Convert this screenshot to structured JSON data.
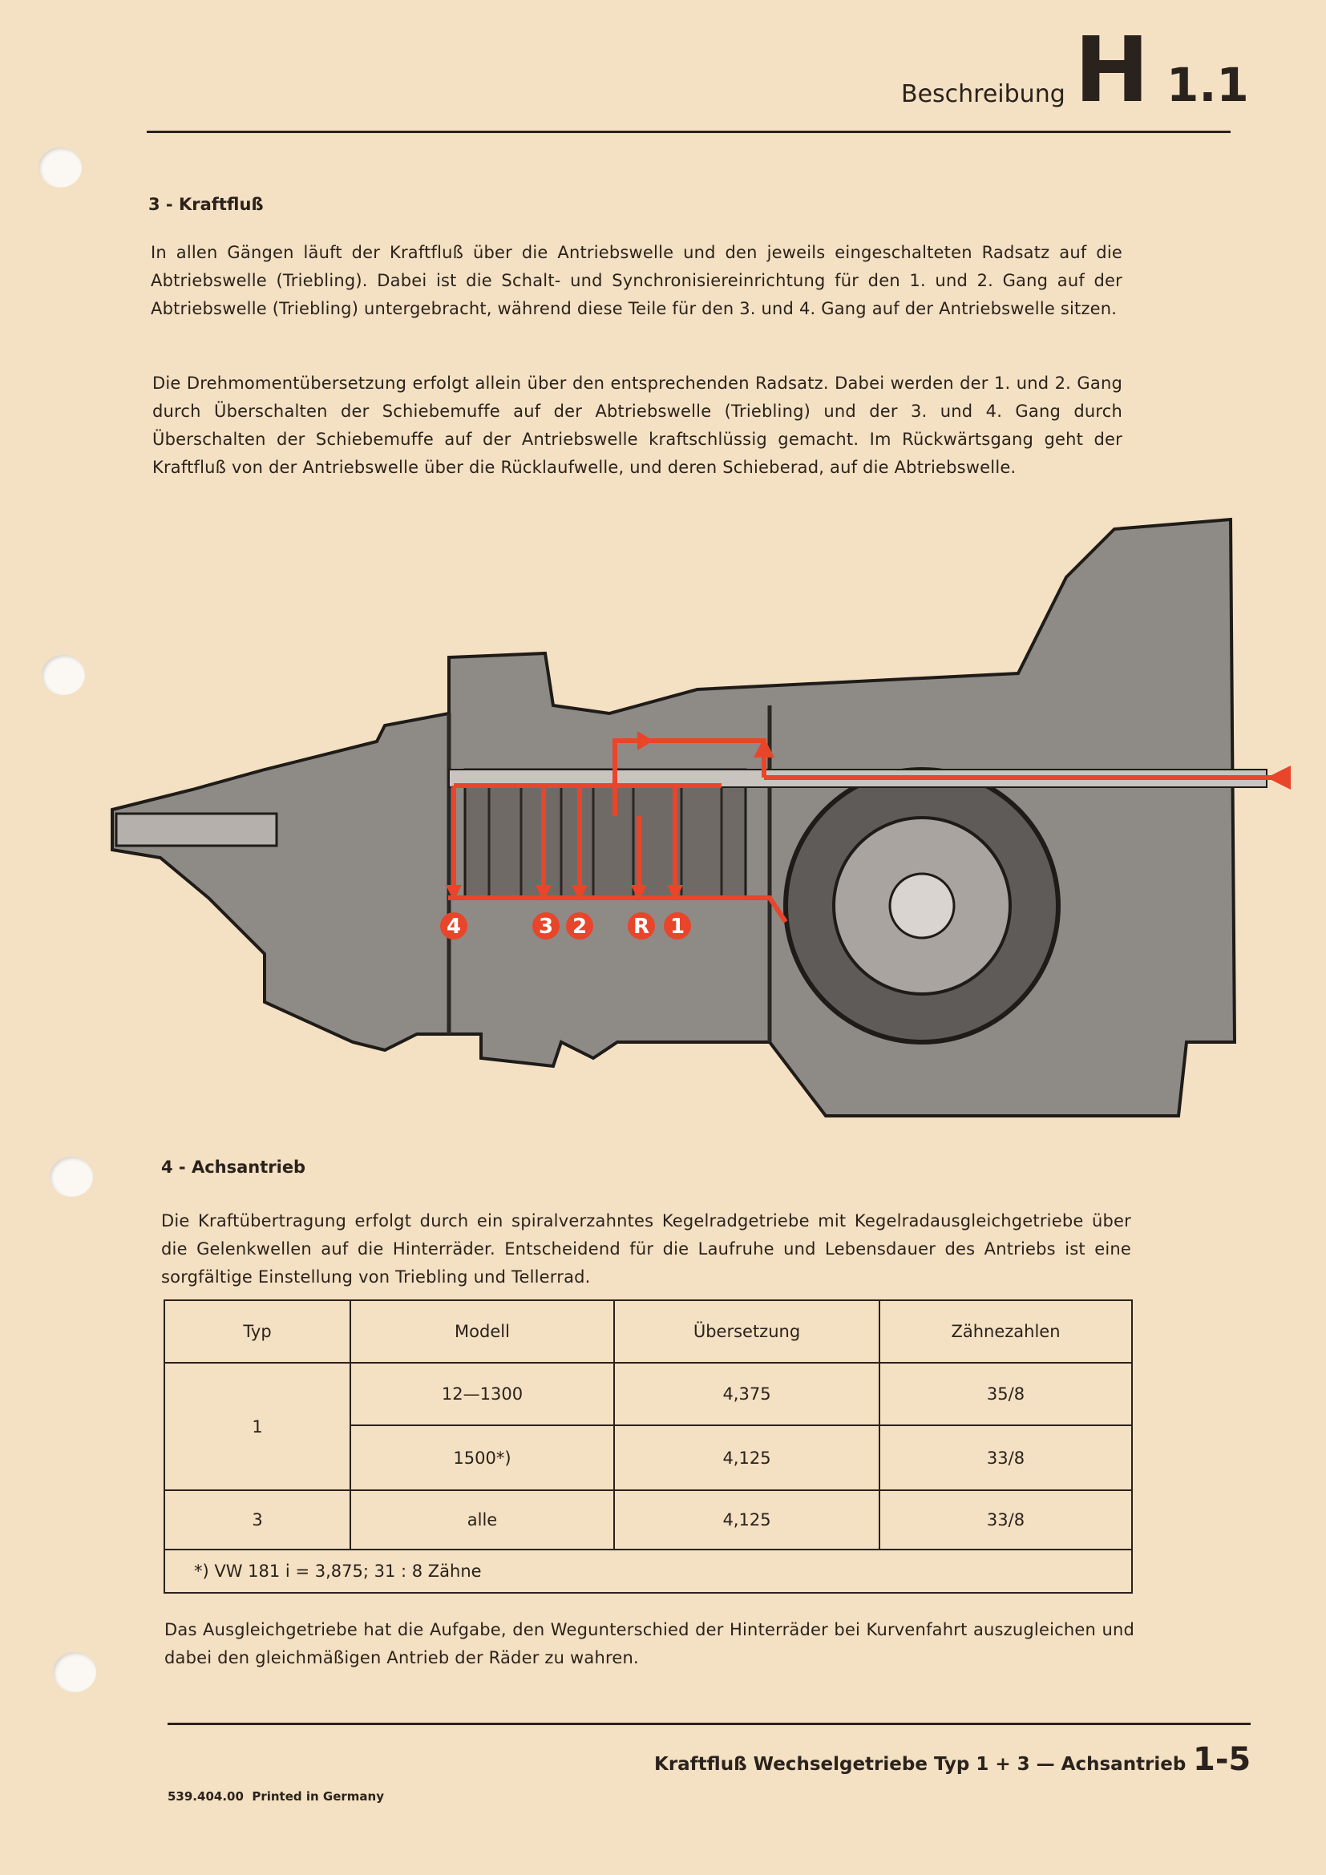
{
  "header": {
    "section": "Beschreibung",
    "letter": "H",
    "number": "1.1"
  },
  "section3": {
    "title": "3 - Kraftfluß",
    "para1": "In allen Gängen läuft der Kraftfluß über die Antriebswelle und den jeweils eingeschalteten Radsatz auf die Abtriebswelle (Triebling). Dabei ist die Schalt- und Synchronisiereinrichtung für den 1. und 2. Gang auf der Abtriebswelle (Triebling) untergebracht, während diese Teile für den 3. und 4. Gang auf der Antriebswelle sitzen.",
    "para2": "Die Drehmomentübersetzung erfolgt allein über den entsprechenden Radsatz. Dabei werden der 1. und 2. Gang durch Überschalten der Schiebemuffe auf der Abtriebswelle (Triebling) und der 3. und 4. Gang durch Überschalten der Schiebemuffe auf der Antriebswelle kraftschlüssig gemacht. Im Rückwärtsgang geht der Kraftfluß von der Antriebswelle über die Rücklaufwelle, und deren Schieberad, auf die Abtriebswelle."
  },
  "diagram": {
    "gear_labels": [
      "4",
      "3",
      "2",
      "R",
      "1"
    ],
    "flow_color": "#e8452a"
  },
  "section4": {
    "title": "4 - Achsantrieb",
    "para1": "Die Kraftübertragung erfolgt durch ein spiralverzahntes Kegelradgetriebe mit Kegelradausgleichgetriebe über die Gelenkwellen auf die Hinterräder. Entscheidend für die Laufruhe und Lebensdauer des Antriebs ist eine sorgfältige Einstellung von Triebling und Tellerrad.",
    "table": {
      "headers": [
        "Typ",
        "Modell",
        "Übersetzung",
        "Zähnezahlen"
      ],
      "rows": [
        {
          "typ": "1",
          "modell": "12—1300",
          "uebersetzung": "4,375",
          "zaehne": "35/8"
        },
        {
          "typ": "",
          "modell": "1500*)",
          "uebersetzung": "4,125",
          "zaehne": "33/8"
        },
        {
          "typ": "3",
          "modell": "alle",
          "uebersetzung": "4,125",
          "zaehne": "33/8"
        }
      ],
      "footnote": "*) VW 181 i = 3,875; 31 : 8 Zähne"
    },
    "para2": "Das Ausgleichgetriebe hat die Aufgabe, den Wegunterschied der Hinterräder bei Kurvenfahrt auszugleichen und dabei den gleichmäßigen Antrieb der Räder zu wahren."
  },
  "footer": {
    "title": "Kraftfluß Wechselgetriebe Typ 1 + 3 — Achsantrieb",
    "page": "1-5",
    "print": "539.404.00  Printed in Germany"
  }
}
